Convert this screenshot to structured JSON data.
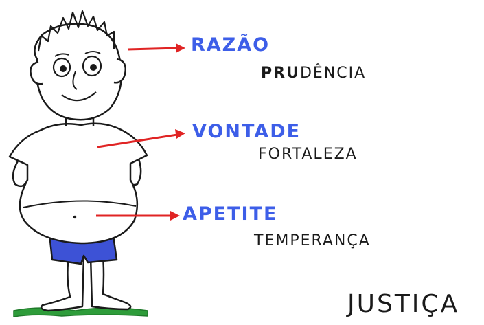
{
  "rows": [
    {
      "faculty": "RAZÃO",
      "virtue_bold": "PRU",
      "virtue_rest": "DÊNCIA"
    },
    {
      "faculty": "VONTADE",
      "virtue_bold": "",
      "virtue_rest": "FORTALEZA"
    },
    {
      "faculty": "APETITE",
      "virtue_bold": "",
      "virtue_rest": "TEMPERANÇA"
    }
  ],
  "summary": "JUSTIÇA",
  "colors": {
    "faculty": "#3d5ee8",
    "arrow": "#e02424",
    "shorts": "#3d52d6",
    "grass": "#2e9c3a",
    "ink": "#1a1a1a"
  }
}
